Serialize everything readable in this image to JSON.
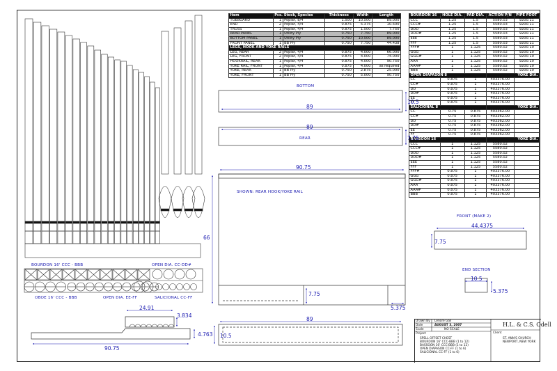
{
  "parts_table": {
    "headers": [
      "Item",
      "Pcs. Stock, Species",
      "Thickness",
      "Width",
      "Length"
    ],
    "rows_top": [
      {
        "item": "TOEBOARD",
        "pcs": "1",
        "stock": "Poplar, 8/4",
        "thk": "1.500",
        "wid": "10.500",
        "len": "89.000",
        "hl": false
      },
      {
        "item": "END",
        "pcs": "2",
        "stock": "Poplar, 4/4",
        "thk": "0.875",
        "wid": "5.375",
        "len": "10.500",
        "hl": false
      },
      {
        "item": "TRUSS",
        "pcs": "1",
        "stock": "Poplar, 4/4",
        "thk": "0.875",
        "wid": "1.500",
        "len": "7.750",
        "hl": false
      },
      {
        "item": "REAR PANEL",
        "pcs": "1",
        "stock": "Utility Ply",
        "thk": "0.750",
        "wid": "7.750",
        "len": "89.000",
        "hl": true
      },
      {
        "item": "BOTTOM PANEL",
        "pcs": "1",
        "stock": "Utility Ply",
        "thk": "0.750",
        "wid": "10.500",
        "len": "89.000",
        "hl": true
      },
      {
        "item": "FRONT PANEL",
        "pcs": "1",
        "stock": "BB Ply",
        "thk": "0.750",
        "wid": "7.750",
        "len": "44.438",
        "hl": false
      }
    ],
    "section2": "LEGS, HOOK AND YOKE RAILS",
    "rows_bottom": [
      {
        "item": "LEG, REAR",
        "pcs": "2",
        "stock": "Poplar, 4/4",
        "thk": "0.875",
        "wid": "4.000",
        "len": "66.000"
      },
      {
        "item": "LEG, FRONT",
        "pcs": "2",
        "stock": "Poplar, 4/4",
        "thk": "0.875",
        "wid": "4.000",
        "len": "74.000"
      },
      {
        "item": "HOOKRAIL, REAR",
        "pcs": "1",
        "stock": "Poplar, 4/4",
        "thk": "0.875",
        "wid": "4.000",
        "len": "90.750"
      },
      {
        "item": "YOKE RAIL, FRONT",
        "pcs": "1",
        "stock": "Poplar, 4/4",
        "thk": "0.875",
        "wid": "4.000",
        "len": "as required"
      },
      {
        "item": "YOKE, REAR",
        "pcs": "1",
        "stock": "BB Ply",
        "thk": "0.750",
        "wid": "2.875",
        "len": "25.000"
      },
      {
        "item": "YOKE, FRONT",
        "pcs": "1",
        "stock": "BB Ply",
        "thk": "0.750",
        "wid": "5.000",
        "len": "90.750"
      }
    ]
  },
  "pipe_table": {
    "bourdon_header": [
      "BOURDON 16",
      "HOLE DIA.",
      "PAD DIA.",
      "ACTION P/N",
      "PIPE FOOT"
    ],
    "bourdon_rows": [
      [
        "CCC",
        "1.25",
        "1.5",
        "5580.03",
        "9200.11"
      ],
      [
        "CCC#",
        "1.25",
        "1.5",
        "5580.03",
        "9200.11"
      ],
      [
        "DDD",
        "1.25",
        "1.5",
        "5580.03",
        "9200.11"
      ],
      [
        "DDD#",
        "1.25",
        "1.5",
        "5580.03",
        "9200.11"
      ],
      [
        "EEE",
        "1.25",
        "1.5",
        "5580.03",
        "9200.11"
      ],
      [
        "FFF",
        "1.25",
        "1.5",
        "5580.03",
        "9200.11"
      ],
      [
        "FFF#",
        "1",
        "1.125",
        "5580.02",
        "9200.10"
      ],
      [
        "GGG",
        "1",
        "1.125",
        "5580.02",
        "9200.10"
      ],
      [
        "GGG#",
        "1",
        "1.125",
        "5580.02",
        "9200.10"
      ],
      [
        "AAA",
        "1",
        "1.125",
        "5580.02",
        "9200.10"
      ],
      [
        "AAA#",
        "1",
        "1.125",
        "5580.02",
        "9200.10"
      ],
      [
        "BBB",
        "1",
        "1.125",
        "5580.02",
        "9200.10"
      ]
    ],
    "diapason_header": "OPEN DIAPASON 8",
    "diapason_right": "YOKE DIA.",
    "diapason_rows": [
      [
        "CC",
        "0.875",
        "1",
        "403376.00"
      ],
      [
        "CC#",
        "0.875",
        "1",
        "403376.00"
      ],
      [
        "DD",
        "0.875",
        "1",
        "403376.00"
      ],
      [
        "DD#",
        "0.875",
        "1",
        "403376.00"
      ],
      [
        "EE",
        "0.875",
        "1",
        "403376.00"
      ],
      [
        "FF",
        "0.875",
        "1",
        "403376.00"
      ]
    ],
    "salicional_header": "SALICIONAL 8",
    "salicional_right": "YOKE DIA.",
    "salicional_rows": [
      [
        "CC",
        "0.75",
        "0.875",
        "403362.00"
      ],
      [
        "CC#",
        "0.75",
        "0.875",
        "403362.00"
      ],
      [
        "DD",
        "0.75",
        "0.875",
        "403362.00"
      ],
      [
        "DD#",
        "0.75",
        "0.875",
        "403362.00"
      ],
      [
        "EE",
        "0.75",
        "0.875",
        "403362.00"
      ],
      [
        "FF",
        "0.75",
        "0.875",
        "403362.00"
      ]
    ],
    "bassoon_header": "BASSOON 16",
    "bassoon_right": "YOKE DIA.",
    "bassoon_rows": [
      [
        "CCC",
        "1",
        "1.125",
        "5580.02"
      ],
      [
        "CCC#",
        "1",
        "1.125",
        "5580.02"
      ],
      [
        "DDD",
        "1",
        "1.125",
        "5580.02"
      ],
      [
        "DDD#",
        "1",
        "1.125",
        "5580.02"
      ],
      [
        "EEE",
        "1",
        "1.125",
        "5580.02"
      ],
      [
        "FFF",
        "1",
        "1.125",
        "5580.02"
      ],
      [
        "FFF#",
        "0.875",
        "1",
        "403376.00"
      ],
      [
        "GGG",
        "0.875",
        "1",
        "403376.00"
      ],
      [
        "GGG#",
        "0.875",
        "1",
        "403376.00"
      ],
      [
        "AAA",
        "0.875",
        "1",
        "403376.00"
      ],
      [
        "AAA#",
        "0.875",
        "1",
        "403376.00"
      ],
      [
        "BBB",
        "0.875",
        "1",
        "403376.00"
      ]
    ]
  },
  "labels": {
    "bottom": "BOTTOM",
    "rear": "REAR",
    "shown": "SHOWN: REAR HOOK/YOKE RAIL",
    "front": "FRONT (MAKE 2)",
    "end_section": "END SECTION",
    "bourdon_range": "BOURDON 16' CCC - BBB",
    "open_dia_top": "OPEN DIA. CC-DD#",
    "oboe": "OBOE 16' CCC - BBB",
    "open_dia_bottom": "OPEN DIA. EE-FF",
    "salicional": "SALICIONAL CC-FF"
  },
  "dimensions": {
    "bottom_len": "89",
    "bottom_w": "10.5",
    "rear_len": "89",
    "rear_h": "7.75",
    "rail_len": "90.75",
    "leg_h": "66",
    "inner_h": "7.75",
    "toe_w": "5.375",
    "base_len": "89",
    "base_h": "10.5",
    "front_len": "44.4375",
    "front_h": "7.75",
    "end_w": "10.5",
    "end_h": "5.375",
    "yoke_len": "24.91",
    "yoke_h": "3.834",
    "hook_len": "90.75",
    "hook_h": "4.763"
  },
  "title_block": {
    "drawn_by_label": "Drawn By",
    "drawn_by": "Lenore Gail",
    "date_label": "Date",
    "date": "AUGUST 3, 2007",
    "scale_label": "Scale",
    "scale": "NO SCALE",
    "project_label": "Project",
    "project_lines": [
      "SPELL OFFSET CHEST",
      "BOURDON 16' CCC-BBB (1 to 12)",
      "BASSOON 16' CCC-BBB (1 to 12)",
      "OPEN DIAPASON CC-FF (1 to 6)",
      "SALICIONAL CC-FF (1 to 6)"
    ],
    "firm": "H.L. & C.S. Odell",
    "client_label": "Client",
    "client_lines": [
      "ST. ANN'S CHURCH",
      "NEWPORT, NEW YORK"
    ]
  },
  "colors": {
    "line": "#1a1a1a",
    "dimension": "#1a1ab0",
    "table_header": "#111111",
    "highlight": "#bbbbbb"
  }
}
